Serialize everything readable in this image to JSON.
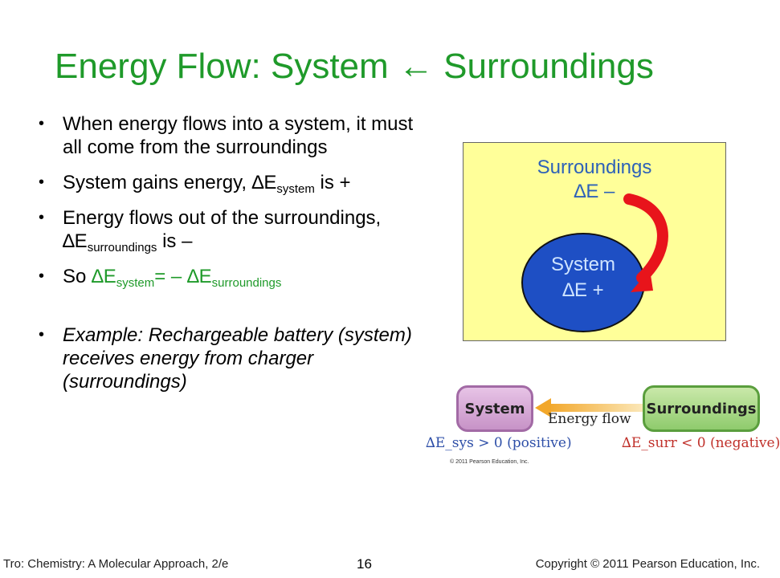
{
  "title": "Energy Flow: System ← Surroundings",
  "bullets": {
    "b1": "When energy flows into a system, it must all come from the surroundings",
    "b2_pre": "System gains energy, ∆E",
    "b2_sub": "system",
    "b2_post": " is +",
    "b3_pre": "Energy flows out of the surroundings, ∆E",
    "b3_sub": "surroundings",
    "b3_post": " is –",
    "b4_pre": "So ",
    "b4_e1": "∆E",
    "b4_sub1": "system",
    "b4_mid": "= – ∆E",
    "b4_sub2": "surroundings",
    "b5": "Example: Rechargeable battery (system) receives energy from charger (surroundings)"
  },
  "diagram": {
    "surroundings_label": "Surroundings",
    "surroundings_delta": "∆E –",
    "system_label": "System",
    "system_delta": "∆E +"
  },
  "flow": {
    "system_label": "System",
    "surroundings_label": "Surroundings",
    "energy_flow_label": "Energy flow",
    "system_eq": "∆E_sys > 0 (positive)",
    "surroundings_eq": "∆E_surr < 0 (negative)",
    "credit": "© 2011 Pearson Education, Inc."
  },
  "footer": {
    "left": "Tro: Chemistry: A Molecular Approach, 2/e",
    "page": "16",
    "right": "Copyright © 2011 Pearson Education, Inc."
  },
  "colors": {
    "title_green": "#1f9a2a",
    "box_yellow": "#ffff99",
    "system_blue": "#1e4fc4",
    "arrow_red": "#e8141b"
  }
}
